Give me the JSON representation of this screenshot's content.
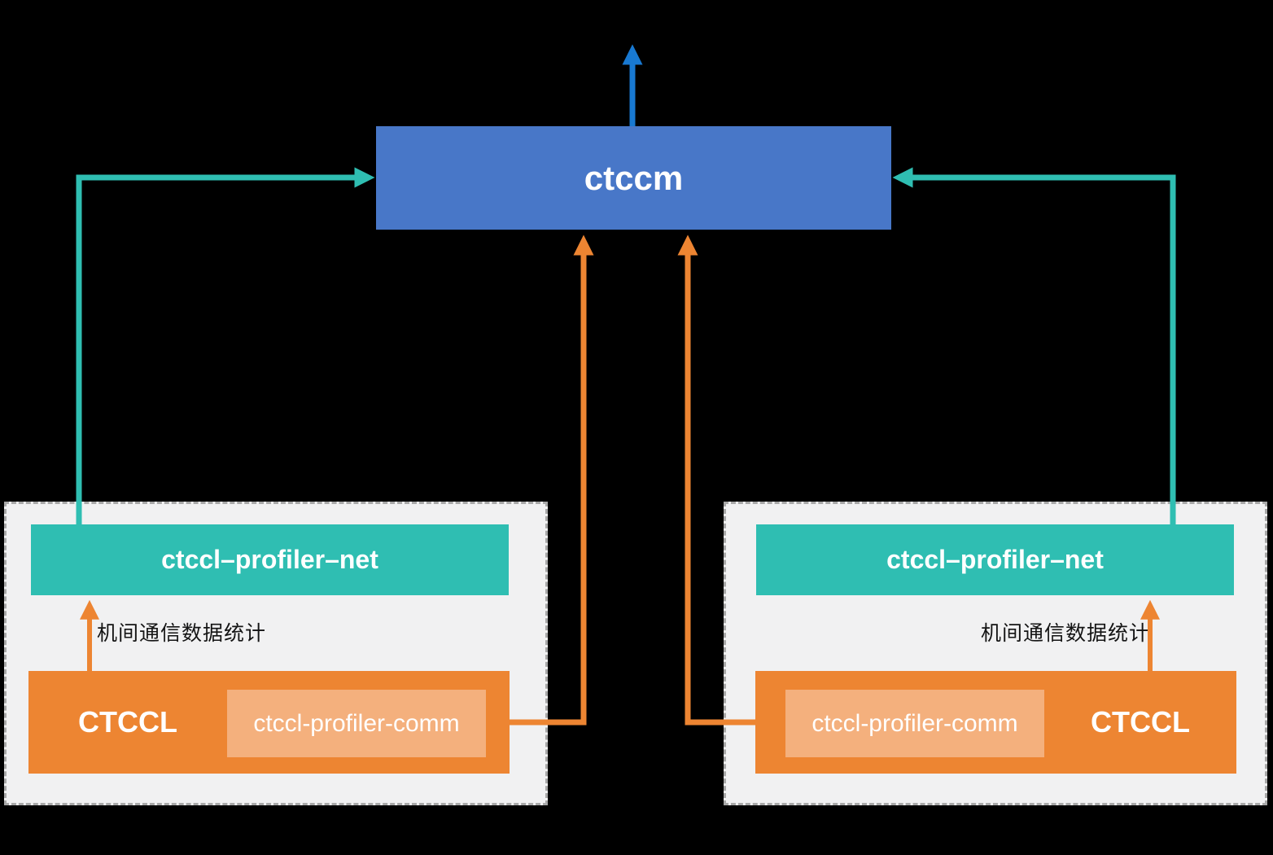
{
  "title": "ctccl profiler architecture diagram",
  "colors": {
    "background": "#000000",
    "ctccm_box": "#4877C8",
    "blue_arrow": "#1879D2",
    "teal": "#2FBEB2",
    "orange": "#ED8532",
    "orange_light": "#F4B07D",
    "panel_bg": "#F1F1F2",
    "panel_border": "#A8A8A8",
    "text_light": "#FFFFFF",
    "text_dark": "#141414"
  },
  "ctccm": {
    "label": "ctccm"
  },
  "hosts": [
    {
      "net_label": "ctccl–profiler–net",
      "stat_label": "机间通信数据统计",
      "ctccl_label": "CTCCL",
      "comm_label": "ctccl-profiler-comm"
    },
    {
      "net_label": "ctccl–profiler–net",
      "stat_label": "机间通信数据统计",
      "ctccl_label": "CTCCL",
      "comm_label": "ctccl-profiler-comm"
    }
  ]
}
